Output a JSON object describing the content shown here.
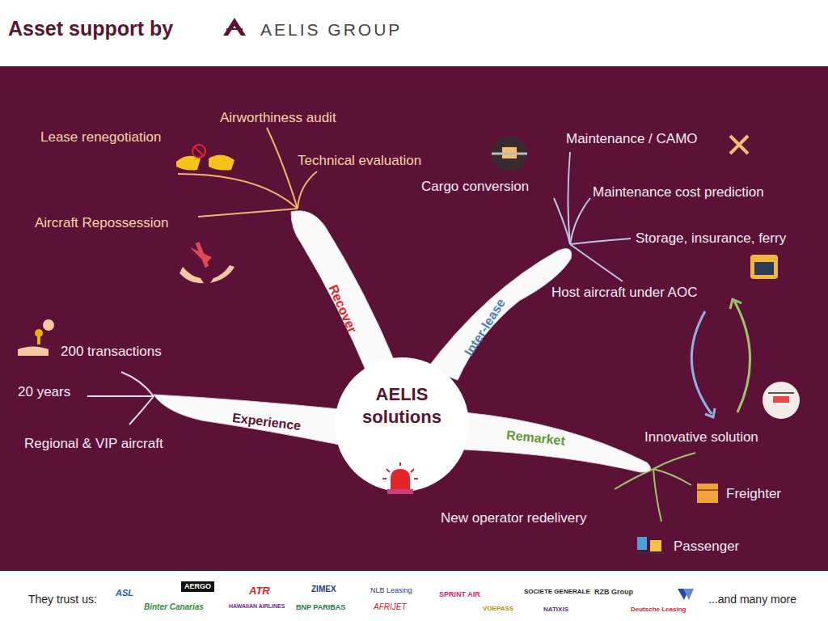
{
  "diagram": {
    "title": "Asset support by",
    "nodes": [
      {
        "text": [
          "AELIS solutions"
        ]
      },
      {
        "text": [
          "Recover"
        ]
      },
      {
        "text": [
          "Inter-lease"
        ]
      },
      {
        "text": [
          "Experience"
        ]
      },
      {
        "text": [
          "Remarket"
        ]
      }
    ],
    "labels": [
      "AELIS GROUP",
      "Lease renegotiation",
      "Airworthiness audit",
      "Technical evaluation",
      "Aircraft Repossession",
      "Cargo conversion",
      "Maintenance / CAMO",
      "Maintenance cost prediction",
      "Storage, insurance, ferry",
      "Host aircraft under AOC",
      "200 transactions",
      "20 years",
      "Regional & VIP aircraft",
      "Innovative solution",
      "Freighter",
      "New operator redelivery",
      "Passenger",
      "They trust us:",
      "ASL",
      "AERGO",
      "ATR",
      "ZIMEX",
      "NLB Leasing",
      "SPRINT AIR",
      "SOCIETE GENERALE",
      "RZB Group",
      "Binter Canarias",
      "HAWAIIAN AIRLINES",
      "BNP PARIBAS",
      "AFRIJET",
      "VOEPASS",
      "NATIXIS",
      "Deutsche Leasing",
      "...and many more"
    ]
  }
}
